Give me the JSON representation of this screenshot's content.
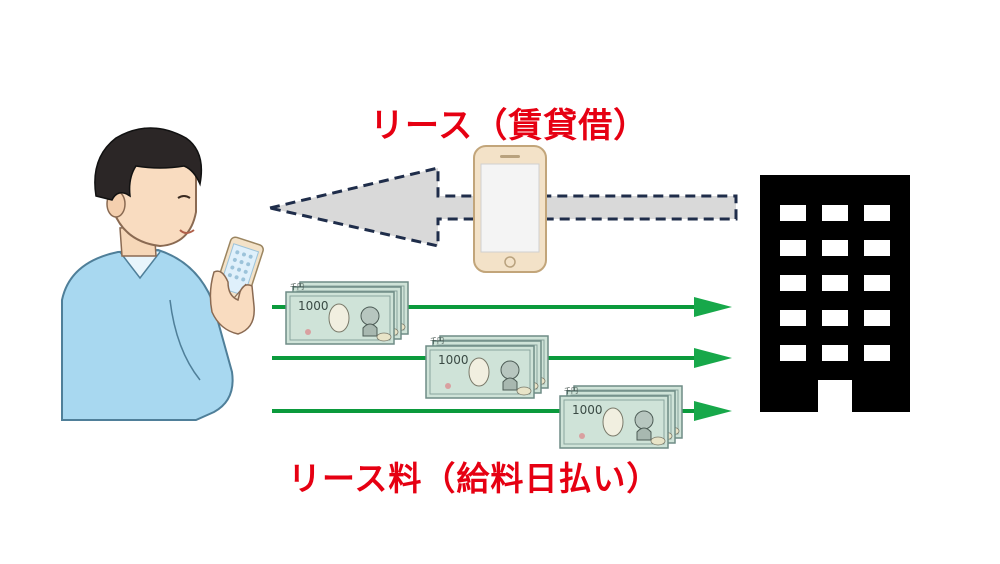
{
  "labels": {
    "lease": "リース（賃貸借）",
    "fee": "リース料（給料日払い）"
  },
  "banknote": {
    "denomination": "1000",
    "small_text": "千円"
  },
  "icons": {
    "person": "person-icon",
    "smartphone": "smartphone-icon",
    "building": "building-icon",
    "banknote": "banknote-icon"
  },
  "colors": {
    "label_red": "#e60012",
    "payment_arrow_green": "#0b9a3c",
    "lease_arrow_fill": "#d9d9d9",
    "lease_arrow_outline": "#1f2d4a",
    "building": "#000000",
    "shirt": "#a8d8f0",
    "banknote": "#c8e0d4"
  }
}
